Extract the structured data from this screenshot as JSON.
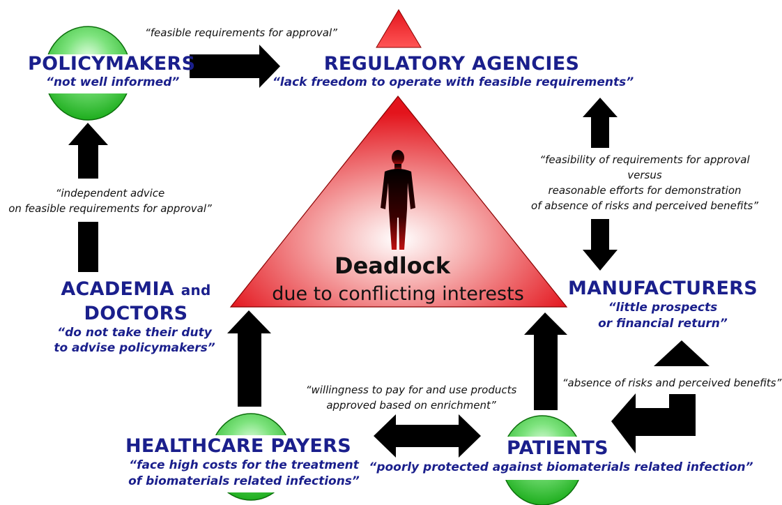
{
  "actors": {
    "policymakers": {
      "name": "POLICYMAKERS",
      "quote": "“not well informed”"
    },
    "regulatory": {
      "name": "REGULATORY AGENCIES",
      "quote": "“lack freedom to operate with feasible requirements”"
    },
    "academia": {
      "name_line1": "ACADEMIA",
      "name_and": "and",
      "name_line2": "DOCTORS",
      "quote_line1": "“do not take their duty",
      "quote_line2": "to advise policymakers”"
    },
    "manufacturers": {
      "name": "MANUFACTURERS",
      "quote_line1": "“little prospects",
      "quote_line2": "or financial return”"
    },
    "payers": {
      "name": "HEALTHCARE PAYERS",
      "quote_line1": "“face high costs for the treatment",
      "quote_line2": "of biomaterials related infections”"
    },
    "patients": {
      "name": "PATIENTS",
      "quote": "“poorly protected against biomaterials related infection”"
    }
  },
  "flows": {
    "policy_to_regulatory": "“feasible requirements for approval”",
    "academia_advice_line1": "“independent advice",
    "academia_advice_line2": "on feasible requirements for approval”",
    "reg_manuf_line1": "“feasibility of requirements for approval",
    "reg_manuf_line2": "versus",
    "reg_manuf_line3": "reasonable efforts for demonstration",
    "reg_manuf_line4": "of absence of risks and perceived benefits”",
    "payers_patients_line1": "“willingness to pay for and use products",
    "payers_patients_line2": "approved based on enrichment”",
    "patients_manuf": "“absence of risks and perceived benefits”"
  },
  "center": {
    "title": "Deadlock",
    "subtitle": "due to conflicting interests"
  },
  "colors": {
    "actor_text": "#1a1f8c",
    "triangle": "#e8141c",
    "sphere": "#33cc33",
    "arrow": "#000000"
  }
}
